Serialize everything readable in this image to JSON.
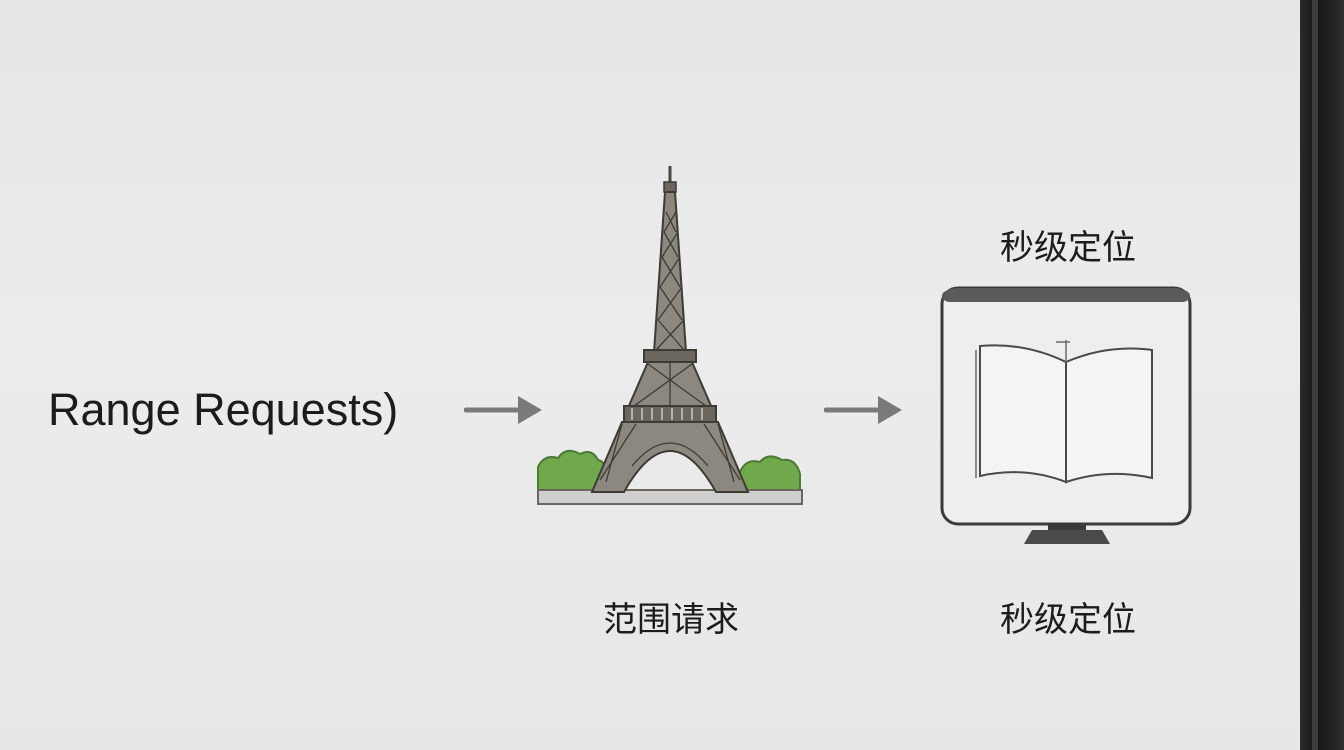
{
  "diagram": {
    "input_label": "Range Requests)",
    "middle_label": "范围请求",
    "output_label_top": "秒级定位",
    "output_label_bottom": "秒级定位"
  },
  "icons": {
    "arrow1": "arrow-right-icon",
    "tower": "eiffel-tower-icon",
    "arrow2": "arrow-right-icon",
    "monitor": "monitor-book-icon"
  },
  "colors": {
    "background": "#e9e9ea",
    "text": "#1c1c1c",
    "arrow": "#7a7a7a",
    "tower": "#6b675f",
    "bushes": "#6fa94c",
    "monitor_frame": "#3a3a3a"
  }
}
